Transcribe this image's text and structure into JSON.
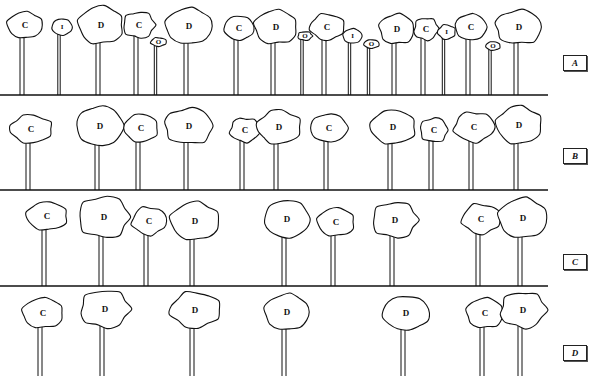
{
  "diagram": {
    "nodes": [
      {
        "text": [
          "C"
        ]
      },
      {
        "text": [
          "I"
        ]
      },
      {
        "text": [
          "D"
        ]
      },
      {
        "text": [
          "C"
        ]
      },
      {
        "text": [
          "O"
        ]
      },
      {
        "text": [
          "D"
        ]
      },
      {
        "text": [
          "C"
        ]
      },
      {
        "text": [
          "D"
        ]
      },
      {
        "text": [
          "O"
        ]
      },
      {
        "text": [
          "C"
        ]
      },
      {
        "text": [
          "I"
        ]
      },
      {
        "text": [
          "O"
        ]
      },
      {
        "text": [
          "D"
        ]
      },
      {
        "text": [
          "C"
        ]
      },
      {
        "text": [
          "I"
        ]
      },
      {
        "text": [
          "C"
        ]
      },
      {
        "text": [
          "O"
        ]
      },
      {
        "text": [
          "D"
        ]
      },
      {
        "text": [
          "A"
        ]
      },
      {
        "text": [
          "C"
        ]
      },
      {
        "text": [
          "D"
        ]
      },
      {
        "text": [
          "C"
        ]
      },
      {
        "text": [
          "D"
        ]
      },
      {
        "text": [
          "C"
        ]
      },
      {
        "text": [
          "D"
        ]
      },
      {
        "text": [
          "C"
        ]
      },
      {
        "text": [
          "D"
        ]
      },
      {
        "text": [
          "C"
        ]
      },
      {
        "text": [
          "C"
        ]
      },
      {
        "text": [
          "D"
        ]
      },
      {
        "text": [
          "B"
        ]
      },
      {
        "text": [
          "C"
        ]
      },
      {
        "text": [
          "D"
        ]
      },
      {
        "text": [
          "C"
        ]
      },
      {
        "text": [
          "D"
        ]
      },
      {
        "text": [
          "D"
        ]
      },
      {
        "text": [
          "C"
        ]
      },
      {
        "text": [
          "D"
        ]
      },
      {
        "text": [
          "C"
        ]
      },
      {
        "text": [
          "D"
        ]
      },
      {
        "text": [
          "C"
        ]
      },
      {
        "text": [
          "C"
        ]
      },
      {
        "text": [
          "D"
        ]
      },
      {
        "text": [
          "D"
        ]
      },
      {
        "text": [
          "D"
        ]
      },
      {
        "text": [
          "D"
        ]
      },
      {
        "text": [
          "C"
        ]
      },
      {
        "text": [
          "D"
        ]
      },
      {
        "text": [
          "D"
        ]
      }
    ]
  }
}
